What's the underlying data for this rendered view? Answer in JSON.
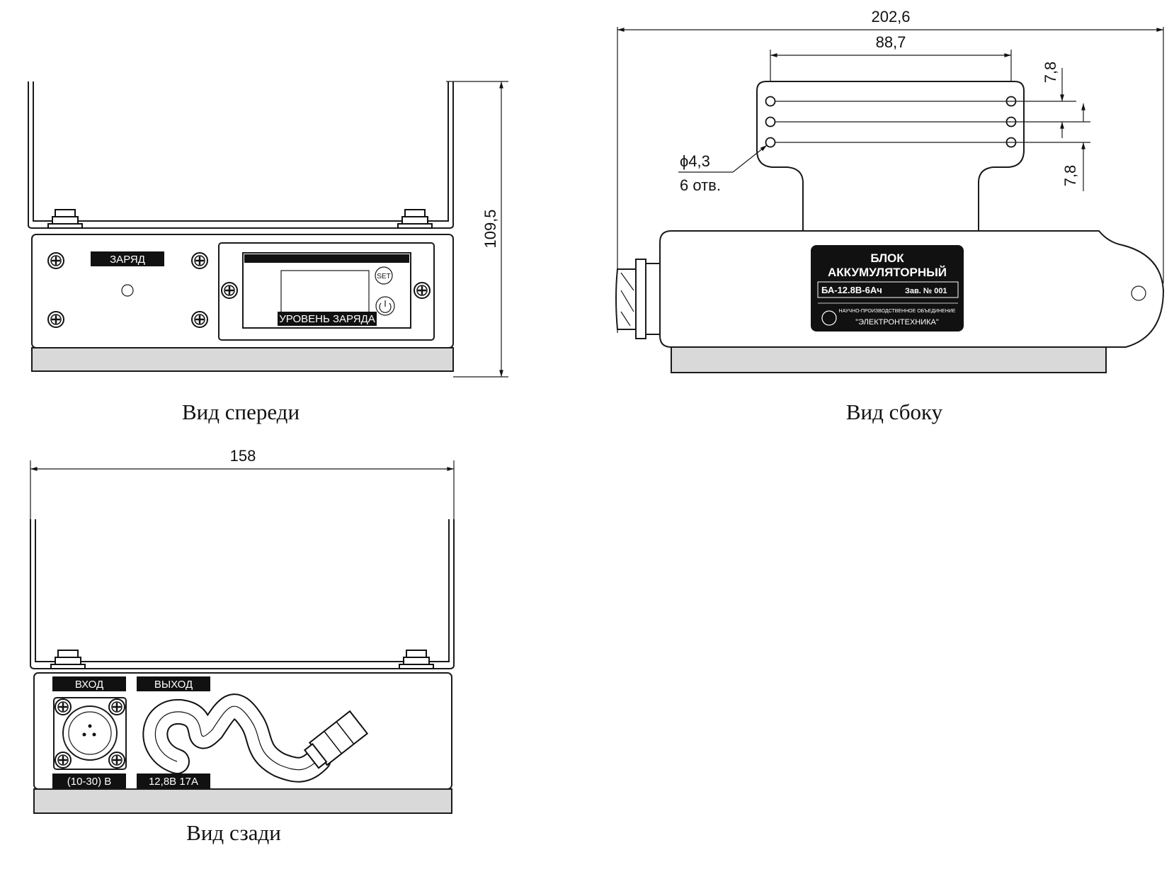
{
  "views": {
    "front": {
      "caption": "Вид спереди",
      "labels": {
        "charge": "ЗАРЯД",
        "charge_level": "УРОВЕНЬ ЗАРЯДА",
        "set_button": "SET"
      },
      "dimensions": {
        "height": "109,5"
      }
    },
    "side": {
      "caption": "Вид сбоку",
      "dimensions": {
        "overall_length": "202,6",
        "hole_spacing": "88,7",
        "row_pitch_top": "7,8",
        "row_pitch_bottom": "7,8",
        "hole_diameter": "ϕ4,3",
        "hole_count": "6 отв."
      },
      "nameplate": {
        "title_line1": "БЛОК",
        "title_line2": "АККУМУЛЯТОРНЫЙ",
        "model": "БА-12.8В-6Ач",
        "serial": "Зав. № 001",
        "org_type": "НАУЧНО-ПРОИЗВОДСТВЕННОЕ ОБЪЕДИНЕНИЕ",
        "org_name": "\"ЭЛЕКТРОНТЕХНИКА\""
      }
    },
    "rear": {
      "caption": "Вид сзади",
      "labels": {
        "input": "ВХОД",
        "output": "ВЫХОД",
        "input_voltage": "(10-30) В",
        "output_rating": "12,8В  17А"
      },
      "dimensions": {
        "width": "158"
      }
    }
  }
}
